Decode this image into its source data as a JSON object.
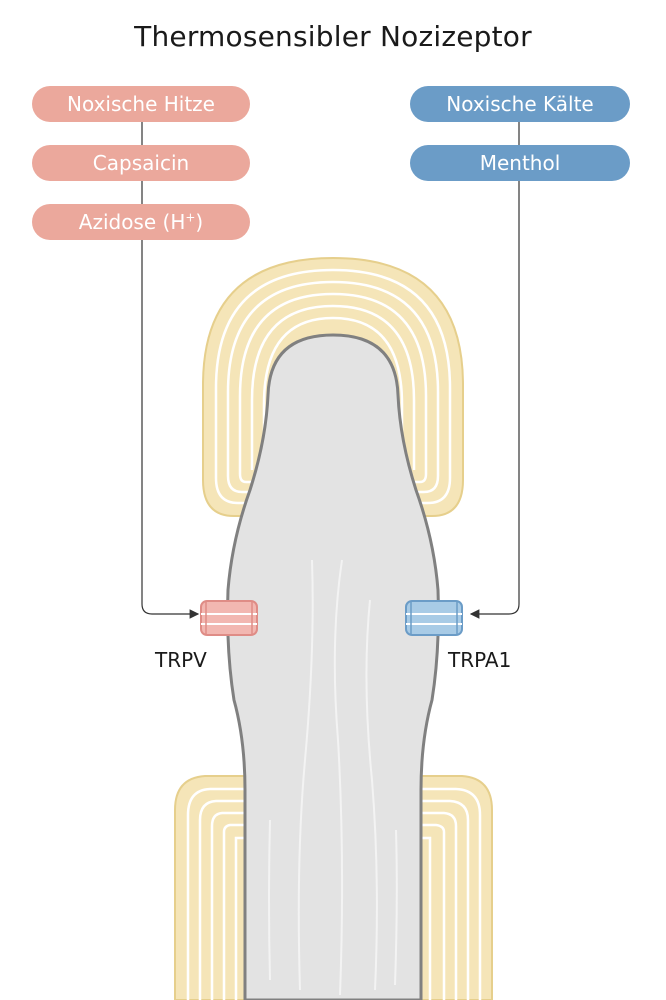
{
  "title": "Thermosensibler Nozizeptor",
  "stimuli_warm": [
    {
      "label": "Noxische Hitze"
    },
    {
      "label": "Capsaicin"
    },
    {
      "label": "Azidose (H",
      "sup": "+",
      "tail": ")"
    }
  ],
  "stimuli_cold": [
    {
      "label": "Noxische Kälte"
    },
    {
      "label": "Menthol"
    }
  ],
  "channels": {
    "left": "TRPV",
    "right": "TRPA1"
  },
  "colors": {
    "warm": "#eba89c",
    "cold": "#6b9cc7",
    "myelin": "#f5e5b8",
    "axon": "#e3e3e3",
    "axon_outline": "#808080"
  }
}
